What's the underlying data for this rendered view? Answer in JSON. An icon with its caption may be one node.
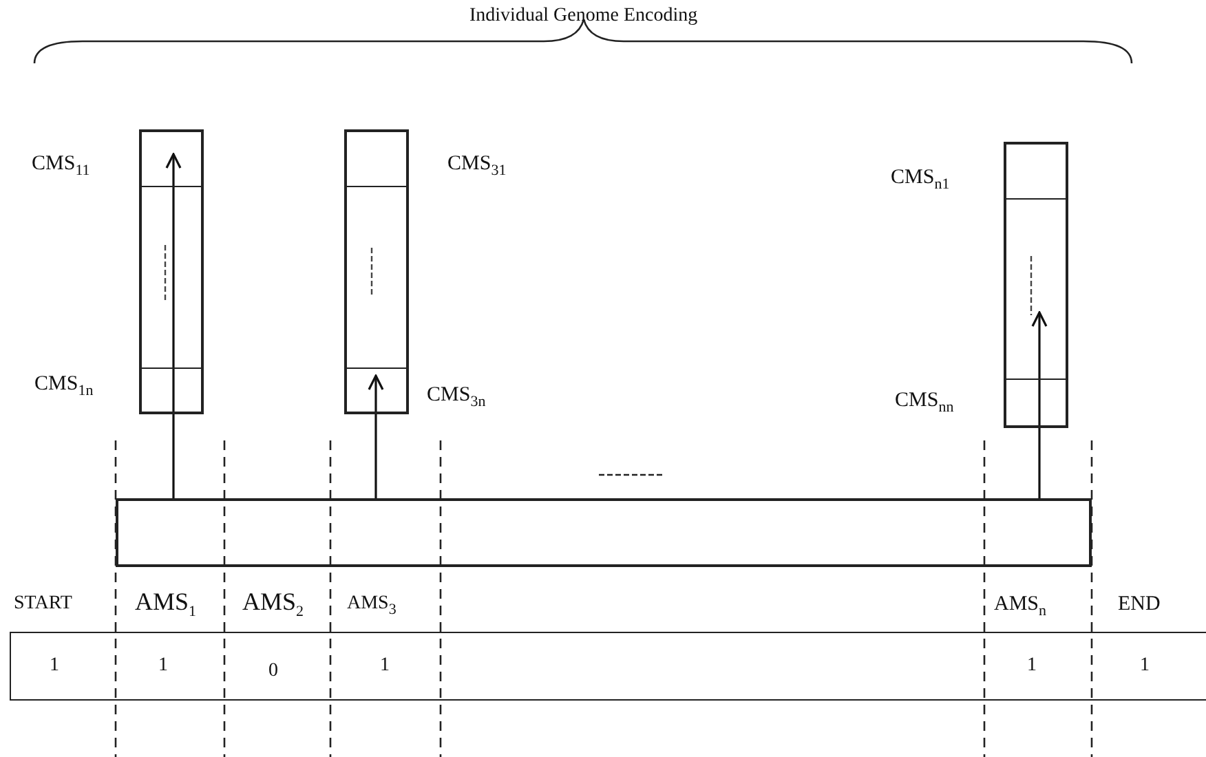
{
  "diagram": {
    "title": "Individual Genome Encoding",
    "nodes": [
      {
        "text": [],
        "shape": "box"
      },
      {
        "text": [],
        "shape": "box",
        "beside": [
          "CMS$_{11}$",
          "CMS$_{1n}$"
        ]
      },
      {
        "text": [],
        "shape": "box",
        "beside": [
          "CMS$_{31}$",
          "CMS$_{3n}$"
        ]
      },
      {
        "text": [],
        "shape": "box",
        "beside": [
          "CMS$_{n1}$",
          "CMS$_{nn}$"
        ]
      }
    ],
    "edges": [
      {
        "from": 0,
        "to": 1,
        "arrow": "to"
      },
      {
        "from": 0,
        "to": 2,
        "arrow": "to"
      },
      {
        "from": 0,
        "to": 3,
        "arrow": "to"
      }
    ],
    "labels": [
      "START",
      "AMS$_{1}$",
      "AMS$_{2}$",
      "AMS$_{3}$",
      "AMS$_{n}$",
      "END",
      "1",
      "1",
      "0",
      "1",
      "1",
      "1"
    ]
  }
}
